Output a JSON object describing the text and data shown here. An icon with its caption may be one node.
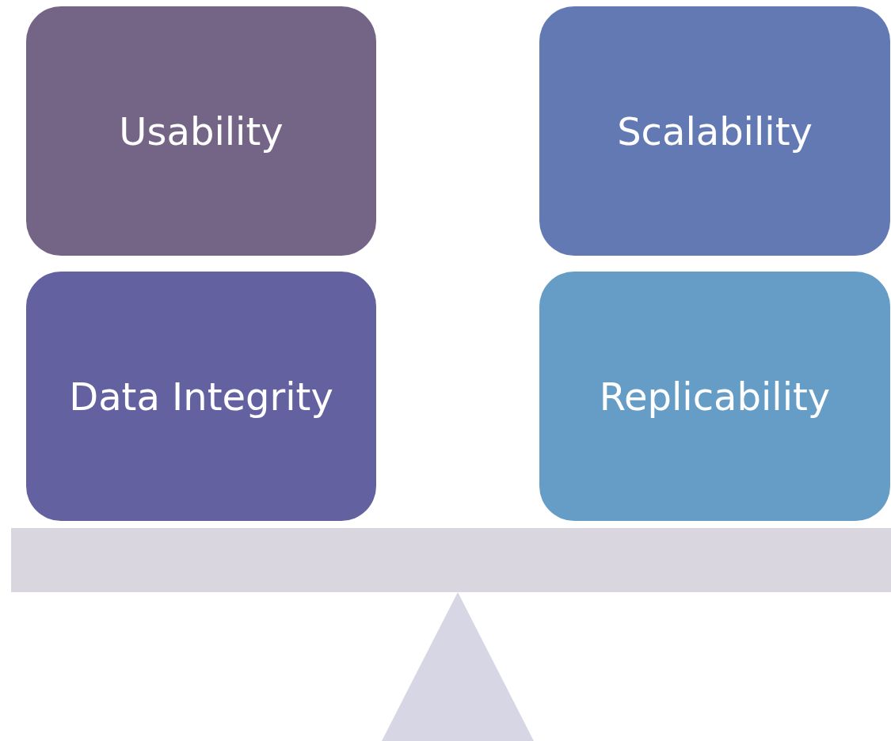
{
  "diagram": {
    "nodes": [
      {
        "text": [
          "Usability"
        ]
      },
      {
        "text": [
          "Data Integrity"
        ]
      },
      {
        "text": [
          "Scalability"
        ]
      },
      {
        "text": [
          "Replicability"
        ]
      }
    ]
  }
}
